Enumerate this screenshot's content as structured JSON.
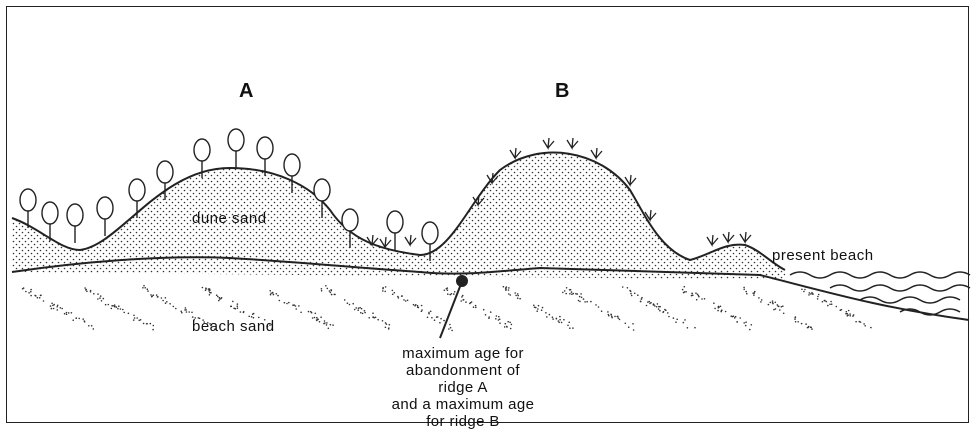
{
  "labels": {
    "ridge_a": "A",
    "ridge_b": "B",
    "dune_sand": "dune sand",
    "beach_sand": "beach sand",
    "present_beach": "present beach"
  },
  "annotation": {
    "lines": [
      "maximum age for",
      "abandonment of ridge A",
      "and a maximum age",
      "for ridge B"
    ]
  },
  "colors": {
    "ink": "#222222",
    "background": "#ffffff"
  },
  "icons": [
    "tree-icon",
    "grass-tuft-icon",
    "sample-dot-icon",
    "water-wave-icon"
  ]
}
